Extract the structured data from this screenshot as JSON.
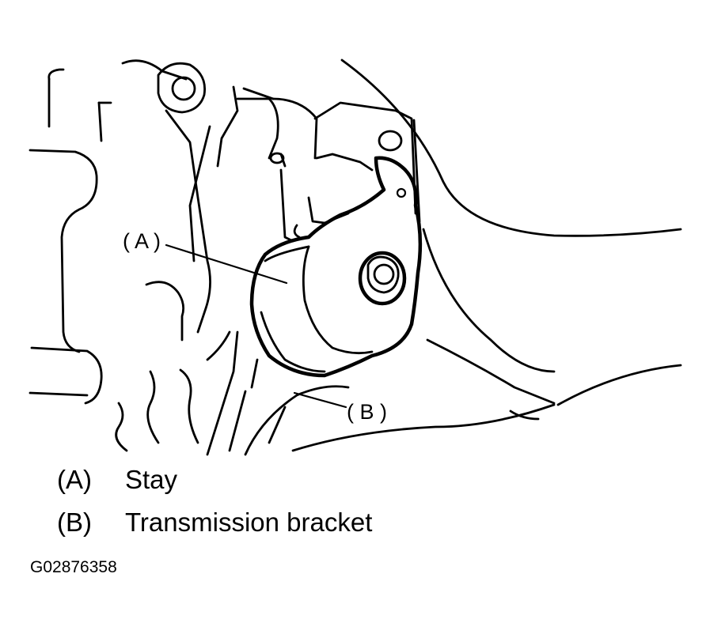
{
  "diagram": {
    "callouts": [
      {
        "id": "A",
        "text": "( A )"
      },
      {
        "id": "B",
        "text": "( B )"
      }
    ]
  },
  "legend": [
    {
      "key": "(A)",
      "label": "Stay"
    },
    {
      "key": "(B)",
      "label": "Transmission bracket"
    }
  ],
  "figure_id": "G02876358"
}
